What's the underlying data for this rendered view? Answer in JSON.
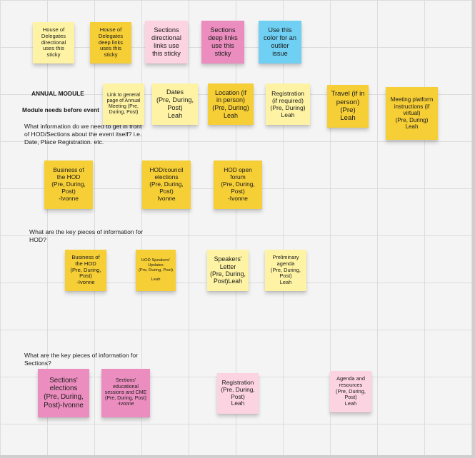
{
  "legend": [
    {
      "text": "House of\nDelegates\ndirectional\nuses this sticky",
      "color": "#fef3a4"
    },
    {
      "text": "House of\nDelegates\ndeep links\nuses this sticky",
      "color": "#f6ce36"
    },
    {
      "text": "Sections\ndirectional\nlinks use\nthis sticky",
      "color": "#fcd3e0"
    },
    {
      "text": "Sections\ndeep links\nuse this\nsticky",
      "color": "#eb8ebf"
    },
    {
      "text": "Use this\ncolor for an\noutlier\nissue",
      "color": "#6fd0f3"
    }
  ],
  "labels": {
    "annual_module": "ANNUAL MODULE",
    "module_needs": "Module needs before event",
    "q_event": "What information do we need to get in front\nof HOD/Sections about the event itself? i.e.\nDate, Place Registration. etc.",
    "q_hod": "What are the key pieces of information for\nHOD?",
    "q_sections": "What are the key pieces of information for\nSections?"
  },
  "event_row": [
    {
      "text": "Link to general\npage of Annual\nMeeting (Pre,\nDuring, Post)"
    },
    {
      "text": "Dates\n(Pre, During,\nPost)\nLeah"
    },
    {
      "text": "Location (if\nin person)\n(Pre, During)\nLeah"
    },
    {
      "text": "Registration\n(if required)\n(Pre, During)\nLeah"
    },
    {
      "text": "Travel (if in\nperson)\n(Pre)\nLeah"
    },
    {
      "text": "Meeting platform\ninstructions  (if\nvirtual)\n(Pre, During)\nLeah"
    }
  ],
  "hod_row1": [
    {
      "text": "Business of\nthe HOD\n(Pre, During,\nPost)\n-Ivonne"
    },
    {
      "text": "HOD/council\nelections\n(Pre, During,\nPost)\nIvonne"
    },
    {
      "text": "HOD open\nforum\n(Pre, During,\nPost)\n-Ivonne"
    }
  ],
  "hod_row2": [
    {
      "text": "Business of\nthe HOD\n(Pre, During,\nPost)\n-Ivonne"
    },
    {
      "text": "HOD Speakers'\nUpdates\n(Pre, During, Post)\n\nLeah"
    },
    {
      "text": "Speakers'\nLetter\n(Pre, During,\nPost)Leah"
    },
    {
      "text": "Preliminary\nagenda\n(Pre, During,\nPost)\nLeah"
    }
  ],
  "sections_row": [
    {
      "text": "Sections'\nelections\n(Pre, During,\nPost)-Ivonne"
    },
    {
      "text": "Sections'\neducational\nsessions and CME\n(Pre, During, Post)\n-Ivonne"
    },
    {
      "text": "Registration\n(Pre, During,\nPost)\nLeah"
    },
    {
      "text": "Agenda and\nresources\n(Pre, During,\nPost)\nLeah"
    }
  ]
}
